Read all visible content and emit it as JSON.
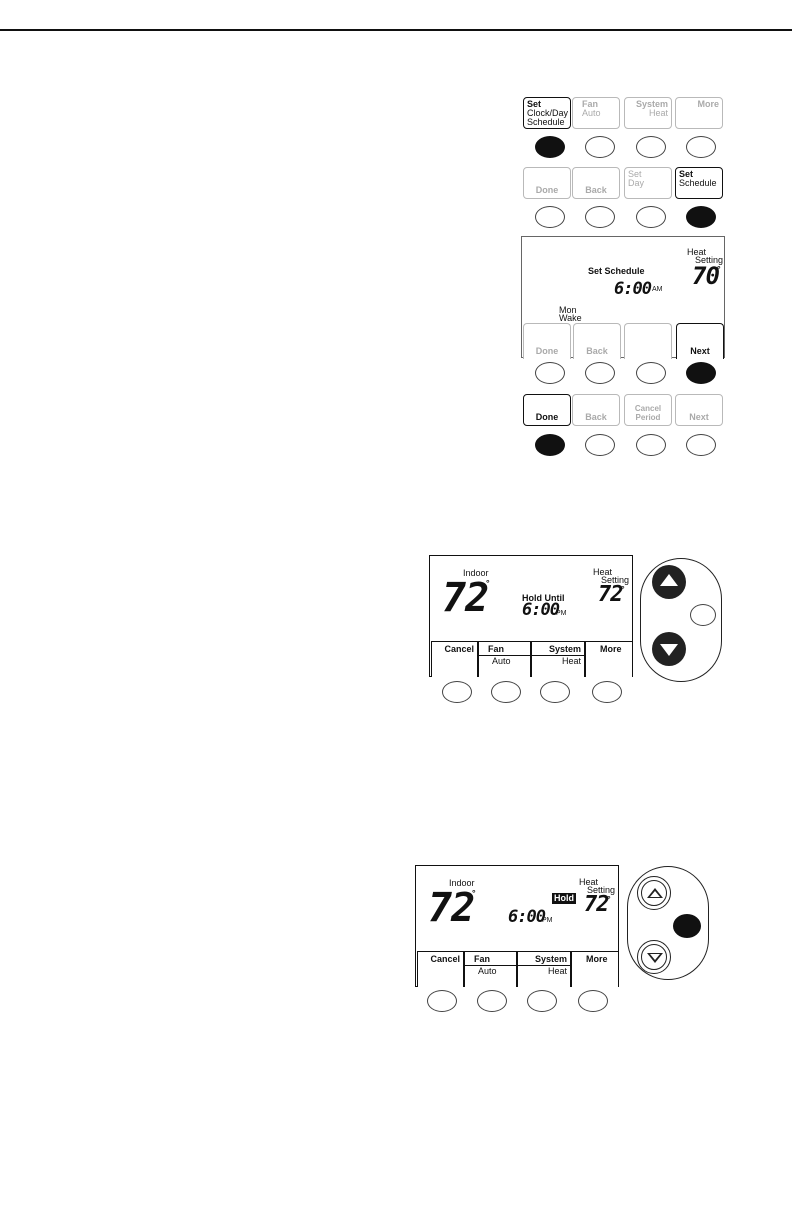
{
  "panel1": {
    "keys": [
      {
        "top": "Set",
        "mid": "Clock/Day",
        "low": "Schedule",
        "active": true
      },
      {
        "top": "Fan",
        "mid": "Auto",
        "active": false
      },
      {
        "top": "System",
        "mid": "Heat",
        "active": false
      },
      {
        "top": "More",
        "active": false
      }
    ],
    "pressed_index": 0
  },
  "panel2": {
    "keys": [
      {
        "bottom": "Done",
        "active": false
      },
      {
        "bottom": "Back",
        "active": false
      },
      {
        "top": "Set",
        "mid": "Day",
        "active": false
      },
      {
        "top": "Set",
        "mid": "Schedule",
        "active": true
      }
    ],
    "pressed_index": 3
  },
  "schedule_screen": {
    "heat_label": "Heat",
    "setting_label": "Setting",
    "setpoint": "70",
    "degree": "°",
    "title": "Set Schedule",
    "time": "6:00",
    "ampm": "AM",
    "day": "Mon",
    "period": "Wake",
    "keys": [
      "Done",
      "Back",
      "",
      "Next"
    ],
    "pressed_index": 3
  },
  "panel4": {
    "keys": [
      {
        "bottom": "Done",
        "active": true
      },
      {
        "bottom": "Back",
        "active": false
      },
      {
        "bottom": "Cancel Period",
        "active": false
      },
      {
        "bottom": "Next",
        "active": false
      }
    ],
    "pressed_index": 0
  },
  "hold_screen_1": {
    "indoor_label": "Indoor",
    "indoor_temp": "72",
    "degree": "°",
    "hold_label": "Hold Until",
    "time": "6:00",
    "ampm": "PM",
    "heat_label": "Heat",
    "setting_label": "Setting",
    "setpoint": "72",
    "keys": {
      "cancel": "Cancel",
      "fan": "Fan",
      "fan_mode": "Auto",
      "system": "System",
      "system_mode": "Heat",
      "more": "More"
    },
    "arrows": "filled"
  },
  "hold_screen_2": {
    "indoor_label": "Indoor",
    "indoor_temp": "72",
    "degree": "°",
    "hold_badge": "Hold",
    "time": "6:00",
    "ampm": "PM",
    "heat_label": "Heat",
    "setting_label": "Setting",
    "setpoint": "72",
    "keys": {
      "cancel": "Cancel",
      "fan": "Fan",
      "fan_mode": "Auto",
      "system": "System",
      "system_mode": "Heat",
      "more": "More"
    },
    "arrows": "outline",
    "side_button_pressed": true
  },
  "colors": {
    "ink": "#111111",
    "dim": "#aaaaaa",
    "pressed": "#111111"
  }
}
